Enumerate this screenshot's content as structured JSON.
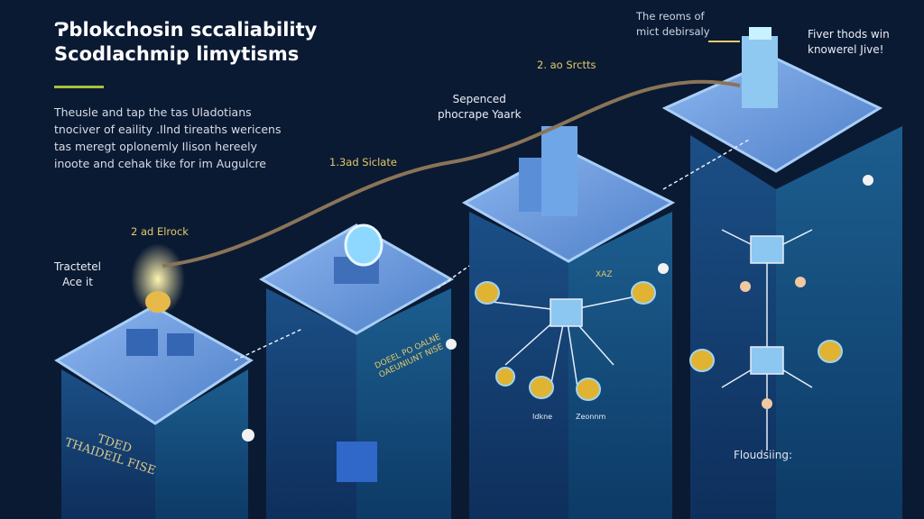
{
  "header": {
    "title_line1": "Ɂblokchosin sccaliability",
    "title_line2": "Scodlachmip limytisms",
    "description": [
      "Theusle and tap the tas Uladotians",
      "tnociver of eaility .Ilnd tireaths wericens",
      "tas meregt oplonemly Ilison hereely",
      "inoote and cehak tike for im Augulcre"
    ]
  },
  "labels": {
    "top_note_line1": "The reoms of",
    "top_note_line2": "mict debirsaly",
    "right_note_line1": "Fiver thods win",
    "right_note_line2": "knowerel Jive!",
    "step_2_block": "2 ad Elrock",
    "step_1_slate": "1.3ad Siclate",
    "step_2_sects": "2. ao Srctts",
    "middle_note_line1": "Sepenced",
    "middle_note_line2": "phocrape Yaark",
    "left_note_line1": "Tractetel",
    "left_note_line2": "Ace it",
    "pillar1_text_line1": "TDED",
    "pillar1_text_line2": "THAIDEIL FISE",
    "pillar2_text_line1": "DOEEL PO OALNE",
    "pillar2_text_line2": "OAEUNIUNT NISE",
    "pillar3_tag": "XAZ",
    "node_label_a": "Idkne",
    "node_label_b": "Zeonnm",
    "flooding": "Floudsiing:"
  },
  "colors": {
    "background": "#0b1a33",
    "accent": "#a8c23a",
    "gold": "#e3c96a",
    "platform": "#6f9fe0"
  }
}
